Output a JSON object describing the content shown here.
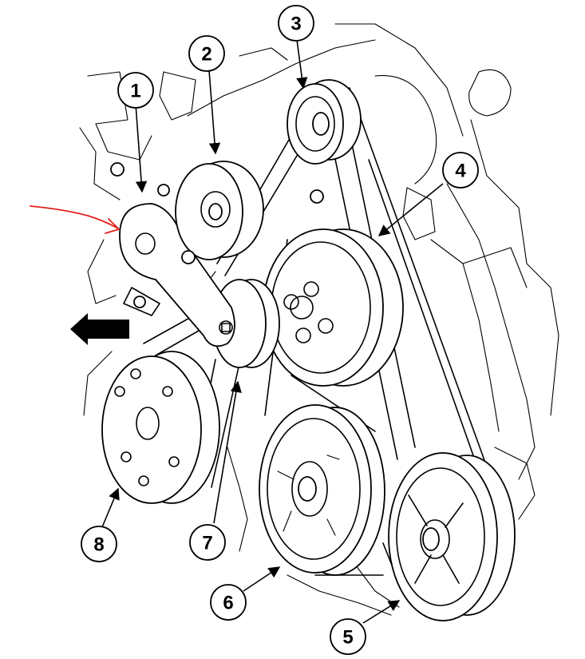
{
  "callouts": [
    {
      "id": "1",
      "label": "1"
    },
    {
      "id": "2",
      "label": "2"
    },
    {
      "id": "3",
      "label": "3"
    },
    {
      "id": "4",
      "label": "4"
    },
    {
      "id": "5",
      "label": "5"
    },
    {
      "id": "6",
      "label": "6"
    },
    {
      "id": "7",
      "label": "7"
    },
    {
      "id": "8",
      "label": "8"
    }
  ],
  "colors": {
    "line": "#000000",
    "background": "#ffffff",
    "annotation_arrow": "#e0201b",
    "direction_arrow": "#000000"
  },
  "icons": [
    "red-annotation-arrow-icon",
    "front-direction-arrow-icon"
  ]
}
